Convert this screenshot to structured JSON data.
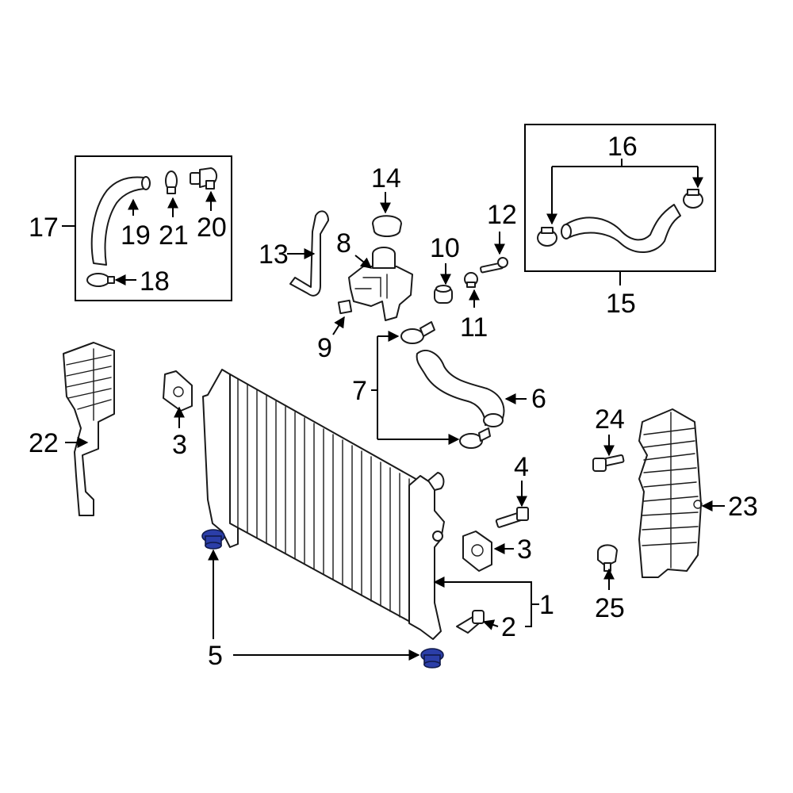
{
  "colors": {
    "line": "#1a1a1a",
    "highlight": "#2b3ea8",
    "background": "#ffffff"
  },
  "callouts": {
    "c1": "1",
    "c2": "2",
    "c3a": "3",
    "c3b": "3",
    "c4": "4",
    "c5": "5",
    "c6": "6",
    "c7": "7",
    "c8": "8",
    "c9": "9",
    "c10": "10",
    "c11": "11",
    "c12": "12",
    "c13": "13",
    "c14": "14",
    "c15": "15",
    "c16": "16",
    "c17": "17",
    "c18": "18",
    "c19": "19",
    "c20": "20",
    "c21": "21",
    "c22": "22",
    "c23": "23",
    "c24": "24",
    "c25": "25"
  },
  "highlighted_part": "5"
}
